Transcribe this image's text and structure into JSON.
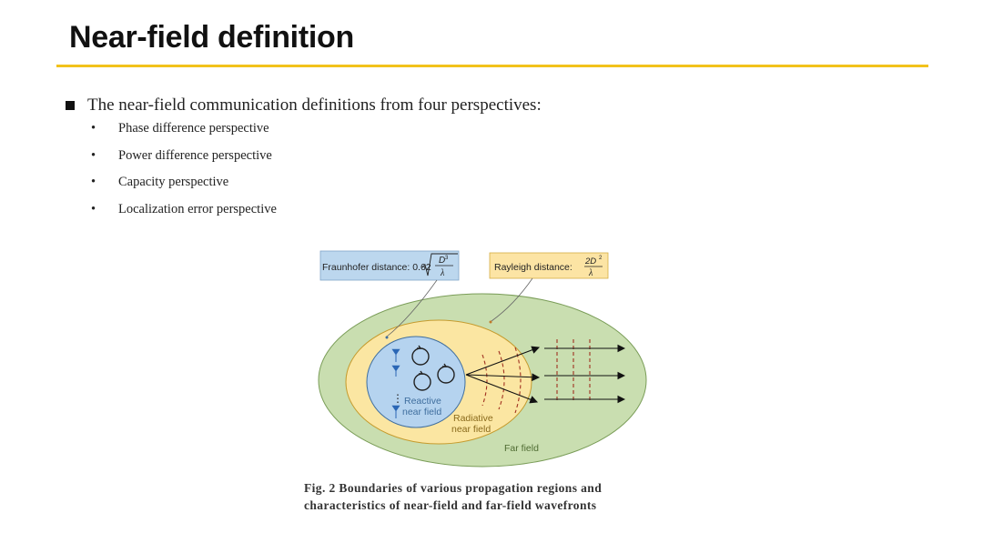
{
  "slide": {
    "title": "Near-field definition",
    "main_bullet": "The near-field communication definitions from four perspectives:",
    "sub_bullets": [
      "Phase difference perspective",
      "Power difference perspective",
      "Capacity perspective",
      "Localization error perspective"
    ],
    "bullet_glyph": "•"
  },
  "figure": {
    "fraunhofer_label": "Fraunhofer distance: 0.62",
    "fraunhofer_num": "D",
    "fraunhofer_exp": "3",
    "fraunhofer_den": "λ",
    "rayleigh_label": "Rayleigh distance:",
    "rayleigh_num": "2D",
    "rayleigh_exp": "2",
    "rayleigh_den": "λ",
    "reactive_line1": "Reactive",
    "reactive_line2": "near field",
    "radiative_line1": "Radiative",
    "radiative_line2": "near field",
    "far_field": "Far field",
    "ellipsis": "⋮",
    "caption_line1": "Fig. 2  Boundaries of various propagation regions and",
    "caption_line2": "characteristics of near-field and far-field wavefronts"
  },
  "colors": {
    "accent_rule": "#f2c21b",
    "far_field_fill": "#c9deb0",
    "radiative_fill": "#fbe6a2",
    "reactive_fill": "#b5d3ef",
    "fraunhofer_box": "#bcd7ee",
    "rayleigh_box": "#fce4a4"
  }
}
